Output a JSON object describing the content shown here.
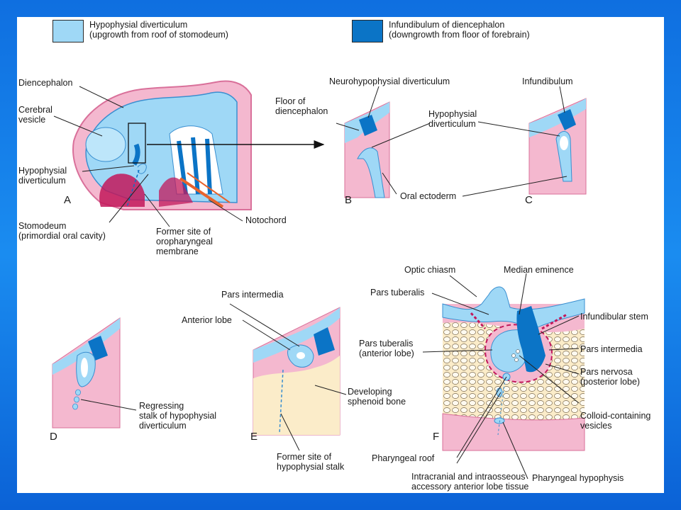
{
  "legend": {
    "light": {
      "title": "Hypophysial diverticulum",
      "sub": "(upgrowth from roof of stomodeum)",
      "color": "#9fd8f6"
    },
    "dark": {
      "title": "Infundibulum of diencephalon",
      "sub": "(downgrowth from floor of forebrain)",
      "color": "#0b74c6"
    }
  },
  "panels": {
    "a": "A",
    "b": "B",
    "c": "C",
    "d": "D",
    "e": "E",
    "f": "F"
  },
  "labels": {
    "diencephalon": "Diencephalon",
    "cerebral_vesicle": "Cerebral\nvesicle",
    "hypophysial_diverticulum_a": "Hypophysial\ndiverticulum",
    "stomodeum": "Stomodeum\n(primordial oral cavity)",
    "former_site_oropharyngeal": "Former site of\noropharyngeal\nmembrane",
    "notochord": "Notochord",
    "neurohypophysial_diverticulum": "Neurohypophysial diverticulum",
    "floor_of_diencephalon": "Floor of\ndiencephalon",
    "hypophysial_diverticulum_b": "Hypophysial\ndiverticulum",
    "infundibulum": "Infundibulum",
    "oral_ectoderm": "Oral ectoderm",
    "regressing_stalk": "Regressing\nstalk of hypophysial\ndiverticulum",
    "pars_intermedia_e": "Pars intermedia",
    "anterior_lobe": "Anterior lobe",
    "developing_sphenoid": "Developing\nsphenoid bone",
    "former_site_stalk": "Former site of\nhypophysial stalk",
    "optic_chiasm": "Optic chiasm",
    "median_eminence": "Median eminence",
    "pars_tuberalis": "Pars tuberalis",
    "infundibular_stem": "Infundibular stem",
    "pars_tuberalis_anterior": "Pars tuberalis\n(anterior lobe)",
    "pars_intermedia_f": "Pars intermedia",
    "pars_nervosa": "Pars nervosa\n(posterior lobe)",
    "colloid_vesicles": "Colloid-containing\nvesicles",
    "pharyngeal_roof": "Pharyngeal roof",
    "intracranial_tissue": "Intracranial and intraosseous\naccessory anterior lobe tissue",
    "pharyngeal_hypophysis": "Pharyngeal hypophysis"
  },
  "colors": {
    "pink": "#f4b8cf",
    "pink_edge": "#d9709a",
    "magenta": "#c2185b",
    "cream": "#fbecc9",
    "light_blue": "#9fd8f6",
    "dark_blue": "#0b74c6",
    "orange": "#e8632c"
  }
}
